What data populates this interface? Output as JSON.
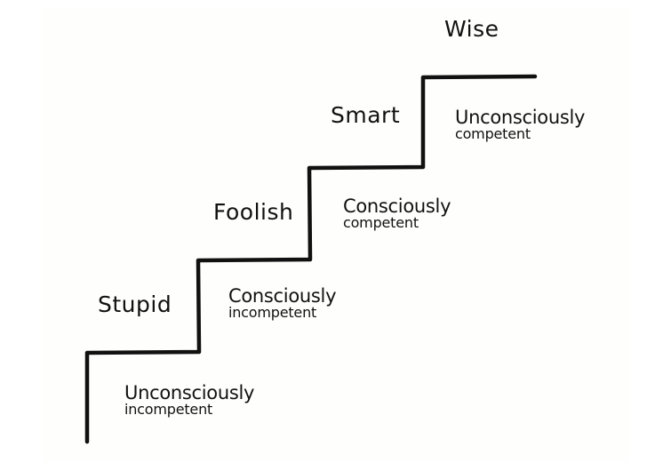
{
  "diagram": {
    "type": "staircase",
    "stroke_color": "#111111",
    "background": "#ffffff",
    "levels": [
      {
        "name": "Stupid",
        "stage_line1": "Unconsciously",
        "stage_line2": "incompetent"
      },
      {
        "name": "Foolish",
        "stage_line1": "Consciously",
        "stage_line2": "incompetent"
      },
      {
        "name": "Smart",
        "stage_line1": "Consciously",
        "stage_line2": "competent"
      },
      {
        "name": "Wise",
        "stage_line1": "Unconsciously",
        "stage_line2": "competent"
      }
    ]
  }
}
